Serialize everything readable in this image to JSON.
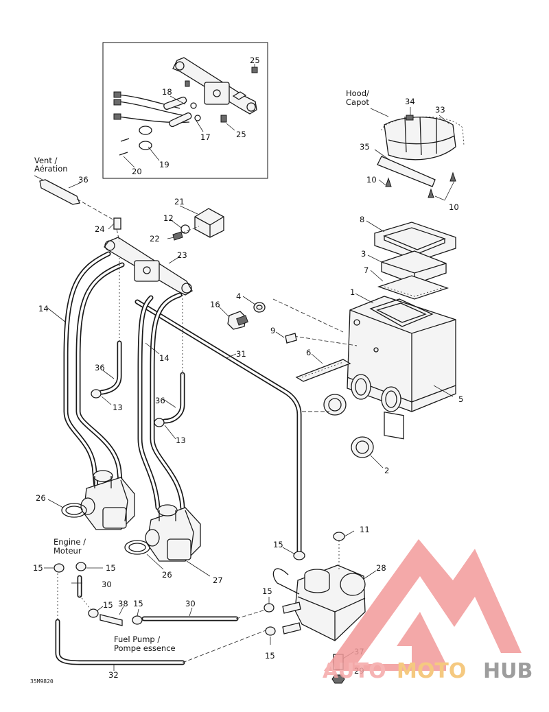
{
  "diagram": {
    "captions": {
      "hood": [
        "Hood/",
        "Capot"
      ],
      "vent": [
        "Vent /",
        "Aération"
      ],
      "engine": [
        "Engine /",
        "Moteur"
      ],
      "fuel_pump": [
        "Fuel Pump /",
        "Pompe essence"
      ]
    },
    "figure_code": "35M9820",
    "callouts": [
      {
        "id": "c25a",
        "text": "25"
      },
      {
        "id": "c18",
        "text": "18"
      },
      {
        "id": "c17",
        "text": "17"
      },
      {
        "id": "c25b",
        "text": "25"
      },
      {
        "id": "c19",
        "text": "19"
      },
      {
        "id": "c20",
        "text": "20"
      },
      {
        "id": "c34",
        "text": "34"
      },
      {
        "id": "c33",
        "text": "33"
      },
      {
        "id": "c35",
        "text": "35"
      },
      {
        "id": "c10a",
        "text": "10"
      },
      {
        "id": "c10b",
        "text": "10"
      },
      {
        "id": "c36a",
        "text": "36"
      },
      {
        "id": "c21",
        "text": "21"
      },
      {
        "id": "c24",
        "text": "24"
      },
      {
        "id": "c12",
        "text": "12"
      },
      {
        "id": "c22",
        "text": "22"
      },
      {
        "id": "c23",
        "text": "23"
      },
      {
        "id": "c8",
        "text": "8"
      },
      {
        "id": "c3",
        "text": "3"
      },
      {
        "id": "c7",
        "text": "7"
      },
      {
        "id": "c1",
        "text": "1"
      },
      {
        "id": "c14a",
        "text": "14"
      },
      {
        "id": "c4",
        "text": "4"
      },
      {
        "id": "c16",
        "text": "16"
      },
      {
        "id": "c9",
        "text": "9"
      },
      {
        "id": "c6",
        "text": "6"
      },
      {
        "id": "c5",
        "text": "5"
      },
      {
        "id": "c14b",
        "text": "14"
      },
      {
        "id": "c31",
        "text": "31"
      },
      {
        "id": "c36b",
        "text": "36"
      },
      {
        "id": "c13a",
        "text": "13"
      },
      {
        "id": "c36c",
        "text": "36"
      },
      {
        "id": "c13b",
        "text": "13"
      },
      {
        "id": "c2",
        "text": "2"
      },
      {
        "id": "c26a",
        "text": "26"
      },
      {
        "id": "c11",
        "text": "11"
      },
      {
        "id": "c15a",
        "text": "15"
      },
      {
        "id": "c28",
        "text": "28"
      },
      {
        "id": "c15b",
        "text": "15"
      },
      {
        "id": "c15c",
        "text": "15"
      },
      {
        "id": "c26b",
        "text": "26"
      },
      {
        "id": "c27",
        "text": "27"
      },
      {
        "id": "c30a",
        "text": "30"
      },
      {
        "id": "c15d",
        "text": "15"
      },
      {
        "id": "c15e",
        "text": "15"
      },
      {
        "id": "c38",
        "text": "38"
      },
      {
        "id": "c15f",
        "text": "15"
      },
      {
        "id": "c30b",
        "text": "30"
      },
      {
        "id": "c15g",
        "text": "15"
      },
      {
        "id": "c37",
        "text": "37"
      },
      {
        "id": "c29",
        "text": "29"
      },
      {
        "id": "c32",
        "text": "32"
      }
    ]
  },
  "watermark": {
    "parts": [
      "AUTO",
      "MOTO",
      "HUB"
    ],
    "colors": {
      "auto": "#f5a7a7",
      "moto": "#f4c06a",
      "hub": "#8c8c8c",
      "triangle": "#f29a9a"
    }
  }
}
